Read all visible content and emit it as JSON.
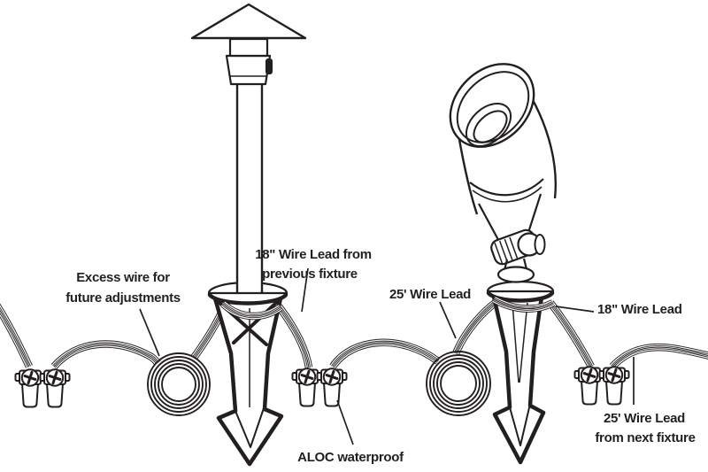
{
  "figure": {
    "background": "#ffffff",
    "ink_color": "#231f20",
    "labels": {
      "excess_wire": {
        "line1": "Excess wire for",
        "line2": "future adjustments"
      },
      "previous_lead": {
        "line1": "18\" Wire Lead from",
        "line2": "previous fixture"
      },
      "wire_lead_25_left": "25' Wire Lead",
      "wire_lead_18_right": "18\" Wire Lead",
      "aloc": "ALOC waterproof",
      "next_lead": {
        "line1": "25' Wire Lead",
        "line2": "from next fixture"
      }
    }
  }
}
